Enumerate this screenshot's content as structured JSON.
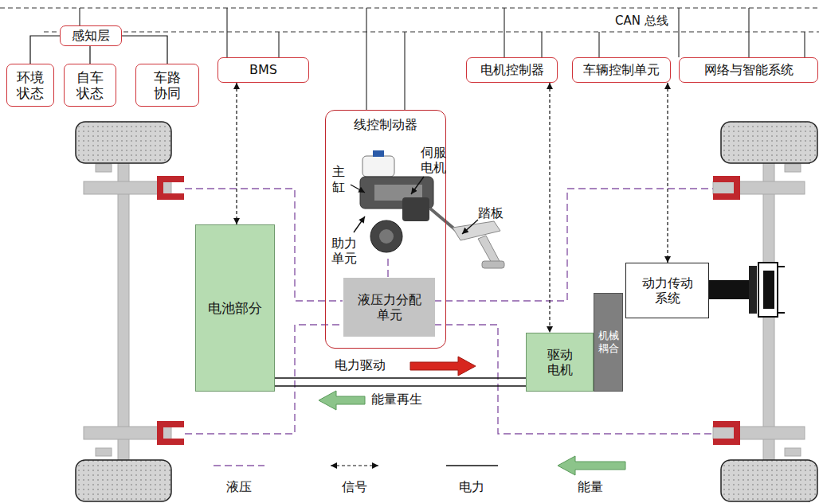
{
  "diagram": {
    "nodes": [
      {
        "text": [
          "感知层"
        ]
      },
      {
        "text": [
          "环境状态"
        ]
      },
      {
        "text": [
          "自车状态"
        ]
      },
      {
        "text": [
          "车路协同"
        ]
      },
      {
        "text": [
          "BMS"
        ]
      },
      {
        "text": [
          "线控制动器"
        ]
      },
      {
        "text": [
          "液压力分配单元"
        ],
        "in": 5
      },
      {
        "text": [
          "电机控制器"
        ]
      },
      {
        "text": [
          "车辆控制单元"
        ]
      },
      {
        "text": [
          "网络与智能系统"
        ]
      },
      {
        "text": [
          "电池部分"
        ]
      },
      {
        "text": [
          "驱动电机"
        ]
      },
      {
        "text": [
          "机械耦合"
        ]
      },
      {
        "text": [
          "动力传动系统"
        ]
      }
    ],
    "edges": [
      {
        "from": 0,
        "to": 1,
        "arrow": "none"
      },
      {
        "from": 0,
        "to": 2,
        "arrow": "none"
      },
      {
        "from": 0,
        "to": 3,
        "arrow": "none"
      },
      {
        "from": 4,
        "to": 10,
        "arrow": "both"
      },
      {
        "from": 7,
        "to": 11,
        "arrow": "both"
      },
      {
        "from": 8,
        "to": 13,
        "arrow": "both"
      },
      {
        "from": 10,
        "to": 11,
        "arrow": "none"
      }
    ],
    "labels": [
      "CAN 总线",
      "主缸",
      "伺服电机",
      "助力单元",
      "踏板",
      "电力驱动",
      "能量再生"
    ],
    "legend": [
      {
        "text": "液压"
      },
      {
        "text": "信号"
      },
      {
        "text": "电力"
      },
      {
        "text": "能量"
      }
    ]
  }
}
